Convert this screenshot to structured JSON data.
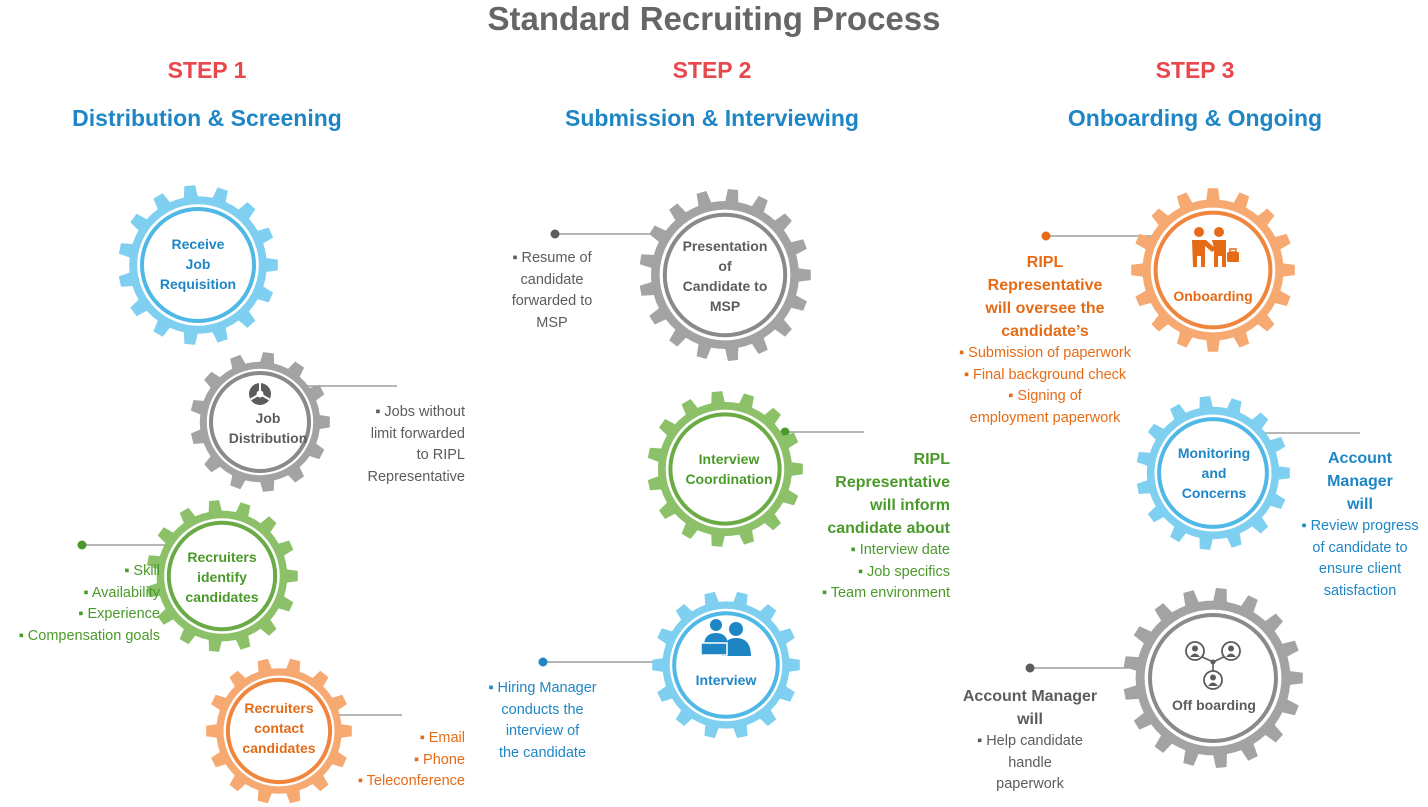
{
  "title": "Standard Recruiting Process",
  "colors": {
    "blue": "#7fd0f0",
    "blue_text": "#1f86c6",
    "gray": "#a3a3a3",
    "gray_text": "#5c5c5c",
    "green": "#8cc16a",
    "green_text": "#4a9a2a",
    "orange": "#f7a972",
    "orange_text": "#e56b17",
    "step_red": "#e8474c"
  },
  "steps": [
    {
      "step": "STEP 1",
      "heading": "Distribution & Screening"
    },
    {
      "step": "STEP 2",
      "heading": "Submission & Interviewing"
    },
    {
      "step": "STEP 3",
      "heading": "Onboarding & Ongoing"
    }
  ],
  "gears": {
    "receive": {
      "label": [
        "Receive",
        "Job",
        "Requisition"
      ],
      "color": "blue"
    },
    "distribution": {
      "label": [
        "Job",
        "Distribution"
      ],
      "color": "gray",
      "icon": "distribution-icon"
    },
    "identify": {
      "label": [
        "Recruiters",
        "identify",
        "candidates"
      ],
      "color": "green"
    },
    "contact": {
      "label": [
        "Recruiters",
        "contact",
        "candidates"
      ],
      "color": "orange"
    },
    "presentation": {
      "label": [
        "Presentation",
        "of",
        "Candidate to",
        "MSP"
      ],
      "color": "gray"
    },
    "coordination": {
      "label": [
        "Interview",
        "Coordination"
      ],
      "color": "green"
    },
    "interview": {
      "label": [
        "Interview"
      ],
      "color": "blue",
      "icon": "interview-meeting-icon"
    },
    "onboarding": {
      "label": [
        "Onboarding"
      ],
      "color": "orange",
      "icon": "handshake-icon"
    },
    "monitoring": {
      "label": [
        "Monitoring",
        "and",
        "Concerns"
      ],
      "color": "blue"
    },
    "offboarding": {
      "label": [
        "Off boarding"
      ],
      "color": "gray",
      "icon": "people-network-icon"
    }
  },
  "notes": {
    "distribution": [
      "▪ Jobs without",
      "limit forwarded",
      "to RIPL",
      "Representative"
    ],
    "identify": [
      "▪ Skill",
      "▪ Availability",
      "▪ Experience",
      "▪ Compensation goals"
    ],
    "contact": [
      "▪ Email",
      "▪ Phone",
      "▪ Teleconference"
    ],
    "presentation": [
      "▪ Resume of",
      "candidate",
      "forwarded to",
      "MSP"
    ],
    "coordination_heading": [
      "RIPL",
      "Representative",
      "will inform",
      "candidate about"
    ],
    "coordination": [
      "▪ Interview date",
      "▪ Job specifics",
      "▪ Team environment"
    ],
    "interview": [
      "▪ Hiring Manager",
      "conducts the",
      "interview of",
      "the candidate"
    ],
    "onboarding_heading": [
      "RIPL",
      "Representative",
      "will oversee the",
      "candidate’s"
    ],
    "onboarding": [
      "▪ Submission of paperwork",
      "▪ Final background check",
      "▪ Signing of",
      "employment paperwork"
    ],
    "monitoring_heading": [
      "Account",
      "Manager",
      "will"
    ],
    "monitoring": [
      "▪ Review progress",
      "of candidate to",
      "ensure client",
      "satisfaction"
    ],
    "offboarding_heading": [
      "Account Manager",
      "will"
    ],
    "offboarding": [
      "▪ Help candidate",
      "handle",
      "paperwork"
    ]
  }
}
